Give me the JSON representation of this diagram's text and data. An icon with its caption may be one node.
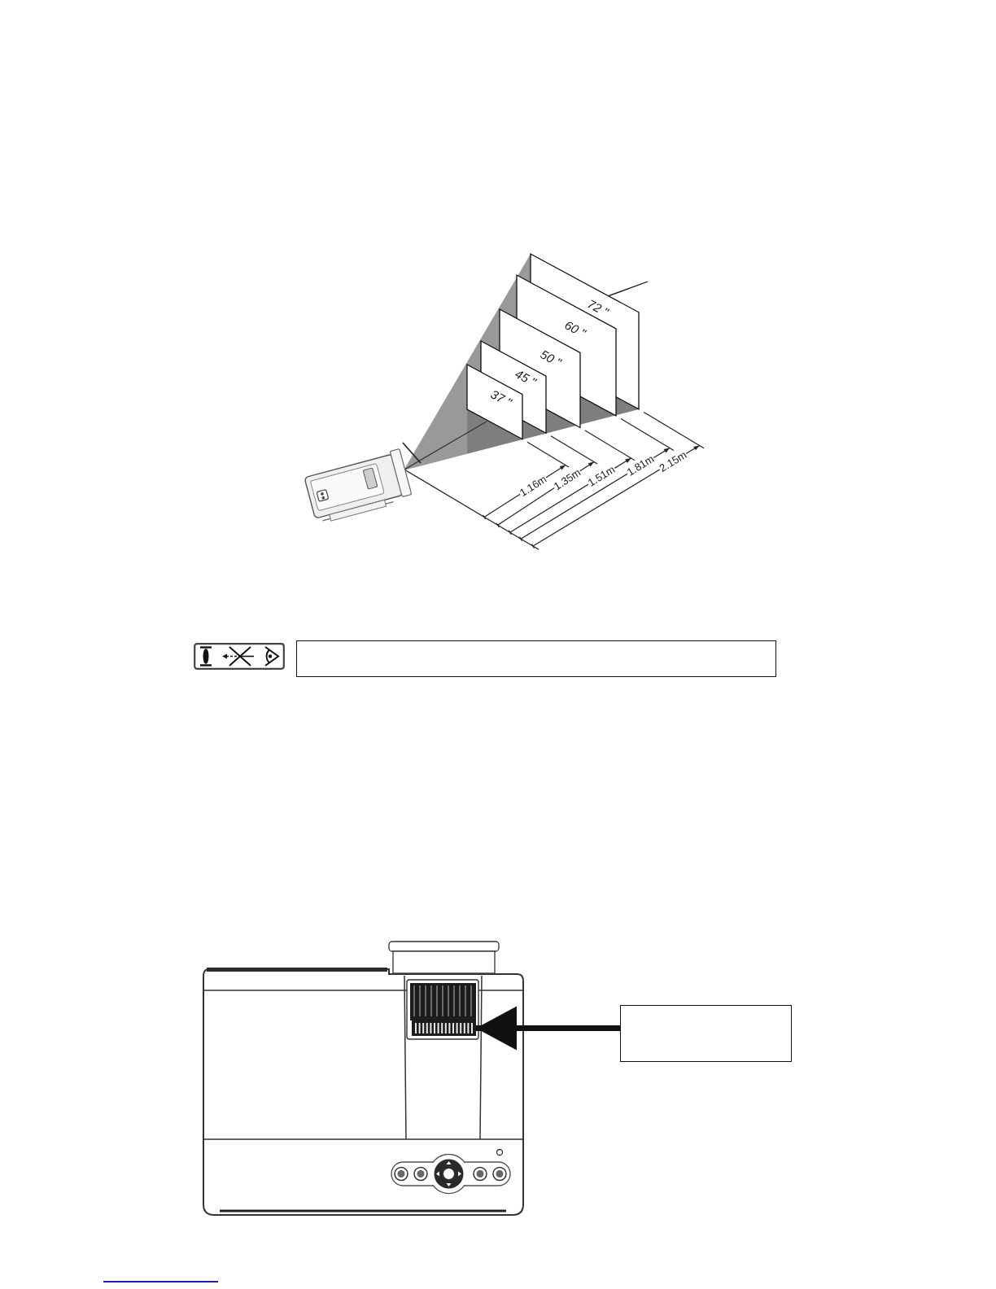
{
  "diagram": {
    "nodes": [
      {
        "text": [
          "72 \""
        ]
      },
      {
        "text": [
          "60 \""
        ]
      },
      {
        "text": [
          "50 \""
        ]
      },
      {
        "text": [
          "45 \""
        ]
      },
      {
        "text": [
          "37 \""
        ]
      },
      {
        "text": [],
        "shape": "box"
      },
      {
        "text": [],
        "shape": "picture"
      },
      {
        "text": [],
        "shape": "box"
      }
    ],
    "edges": [
      {
        "from": null,
        "to": 0,
        "arrow": "none"
      },
      {
        "from": 7,
        "to": 6,
        "arrow": "to",
        "style": "thick"
      }
    ],
    "labels": [
      "1.16m",
      "1.35m",
      "1.51m",
      "1.81m",
      "2.15m"
    ]
  }
}
